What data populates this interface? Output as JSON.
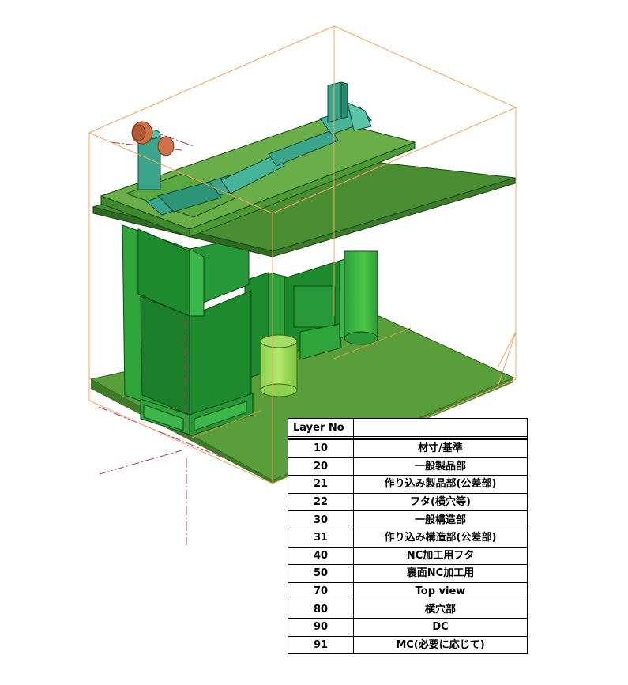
{
  "table": {
    "header": [
      "Layer No",
      ""
    ],
    "rows": [
      {
        "no": "10",
        "name": "材寸/基準"
      },
      {
        "no": "20",
        "name": "一般製品部"
      },
      {
        "no": "21",
        "name": "作り込み製品部(公差部)"
      },
      {
        "no": "22",
        "name": "フタ(横穴等)"
      },
      {
        "no": "30",
        "name": "一般構造部"
      },
      {
        "no": "31",
        "name": "作り込み構造部(公差部)"
      },
      {
        "no": "40",
        "name": "NC加工用フタ"
      },
      {
        "no": "50",
        "name": "裏面NC加工用"
      },
      {
        "no": "70",
        "name": "Top  view"
      },
      {
        "no": "80",
        "name": "横穴部"
      },
      {
        "no": "90",
        "name": "DC"
      },
      {
        "no": "91",
        "name": "MC(必要に応じて)"
      }
    ]
  },
  "colors": {
    "bounding_box": "#f4a460",
    "plate": "#5a9e3c",
    "block_dark": "#1e8a2e",
    "block_mid": "#2fa43a",
    "block_light": "#4cc044",
    "pipe": "#3aa58a",
    "pipe_cap": "#d0704a",
    "axis": "#c0306a"
  }
}
